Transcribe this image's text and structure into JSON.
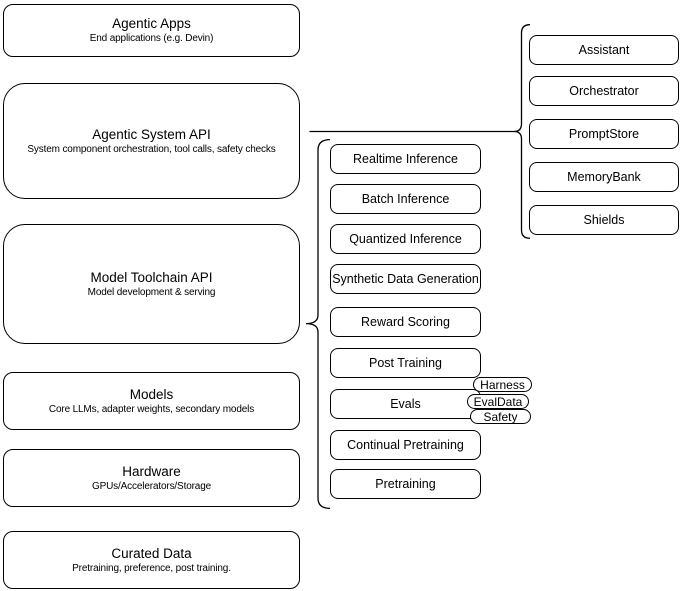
{
  "diagram": {
    "left_stack": [
      {
        "title": "Agentic Apps",
        "subtitle": "End applications (e.g. Devin)"
      },
      {
        "title": "Agentic System API",
        "subtitle": "System component orchestration, tool calls, safety checks"
      },
      {
        "title": "Model Toolchain API",
        "subtitle": "Model development & serving"
      },
      {
        "title": "Models",
        "subtitle": "Core LLMs, adapter weights, secondary models"
      },
      {
        "title": "Hardware",
        "subtitle": "GPUs/Accelerators/Storage"
      },
      {
        "title": "Curated Data",
        "subtitle": "Pretraining, preference, post training."
      }
    ],
    "toolchain_services": [
      "Realtime Inference",
      "Batch Inference",
      "Quantized Inference",
      "Synthetic Data Generation",
      "Reward Scoring",
      "Post Training",
      "Evals",
      "Continual Pretraining",
      "Pretraining"
    ],
    "agentic_components": [
      "Assistant",
      "Orchestrator",
      "PromptStore",
      "MemoryBank",
      "Shields"
    ],
    "eval_tags": [
      "Harness",
      "EvalData",
      "Safety"
    ],
    "colors": {
      "stroke": "#000000",
      "fill": "#ffffff"
    }
  }
}
